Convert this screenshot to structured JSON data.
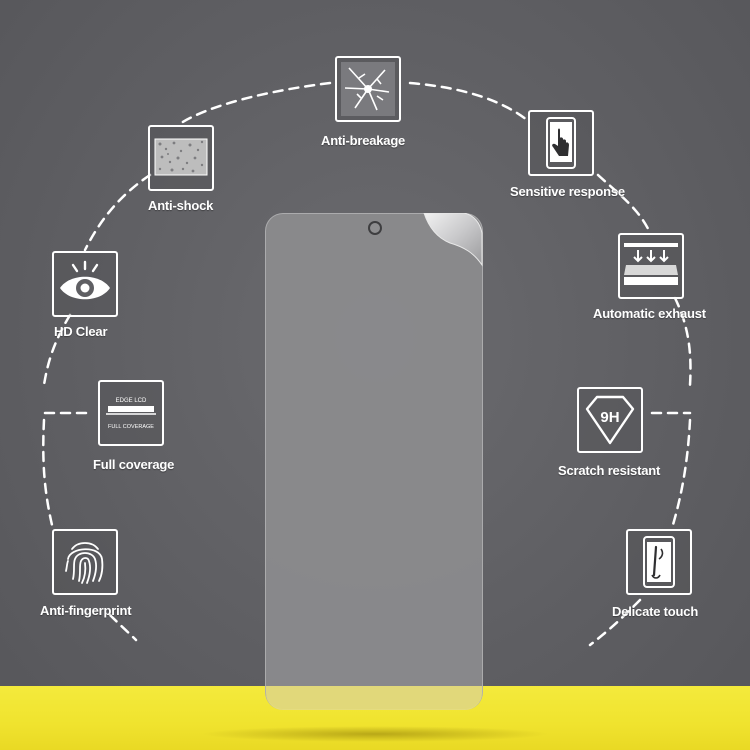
{
  "colors": {
    "background": "#5f5f63",
    "floor": "#f2e632",
    "film": "#8c8c8e",
    "icon_stroke": "#ffffff"
  },
  "features": [
    {
      "id": "anti-breakage",
      "label": "Anti-breakage",
      "icon": "cracked-glass-icon"
    },
    {
      "id": "anti-shock",
      "label": "Anti-shock",
      "icon": "shock-texture-icon"
    },
    {
      "id": "sensitive-response",
      "label": "Sensitive response",
      "icon": "touch-finger-icon"
    },
    {
      "id": "hd-clear",
      "label": "HD Clear",
      "icon": "eye-icon"
    },
    {
      "id": "automatic-exhaust",
      "label": "Automatic exhaust",
      "icon": "exhaust-arrows-icon"
    },
    {
      "id": "full-coverage",
      "label": "Full coverage",
      "icon": "full-coverage-icon",
      "icon_text_top": "EDGE LCD",
      "icon_text_bottom": "FULL COVERAGE"
    },
    {
      "id": "scratch-resistant",
      "label": "Scratch resistant",
      "icon": "diamond-9h-icon",
      "icon_text": "9H"
    },
    {
      "id": "anti-fingerprint",
      "label": "Anti-fingerprint",
      "icon": "fingerprint-icon"
    },
    {
      "id": "delicate-touch",
      "label": "Delicate touch",
      "icon": "phone-swipe-icon"
    }
  ]
}
